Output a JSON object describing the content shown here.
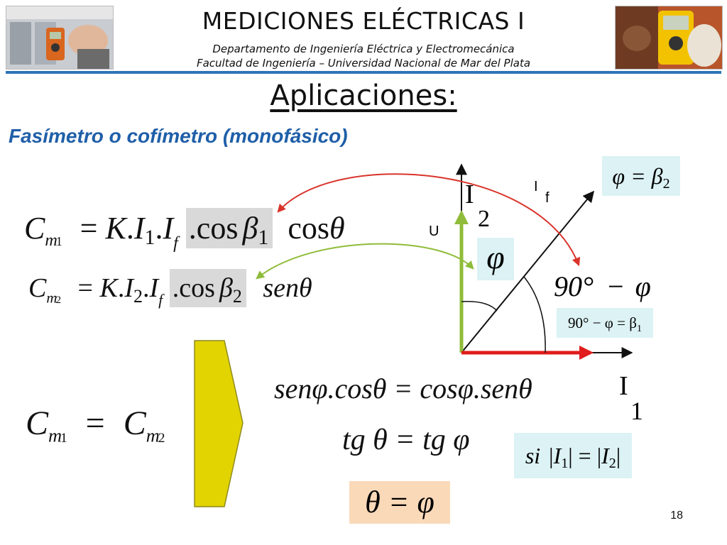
{
  "header": {
    "title": "MEDICIONES ELÉCTRICAS I",
    "subtitle_1": "Departamento de Ingeniería Eléctrica y Electromecánica",
    "subtitle_2": "Facultad de Ingeniería – Universidad Nacional de Mar del Plata",
    "accent_color": "#2e75b6"
  },
  "slide": {
    "title": "Aplicaciones:",
    "subtitle": "Fasímetro o cofímetro (monofásico)",
    "subtitle_color": "#1f5fa8",
    "page_number": "18"
  },
  "equations": {
    "cm1": {
      "C": "C",
      "m": "m",
      "m_idx": "1",
      "eq": "=",
      "k": "K",
      "dot1": ".",
      "i": "I",
      "i_idx": "1",
      "dot2": ".",
      "if_": "I",
      "f": "f",
      "cosb": ".cos",
      "beta": "β",
      "b_idx": "1",
      "tail": "cos",
      "theta": "θ"
    },
    "cm2": {
      "C": "C",
      "m": "m",
      "m_idx": "2",
      "eq": "=",
      "k": "K",
      "dot1": ".",
      "i": "I",
      "i_idx": "2",
      "dot2": ".",
      "if_": "I",
      "f": "f",
      "cosb": ".cos",
      "beta": "β",
      "b_idx": "2",
      "tail": "sen",
      "theta": "θ"
    },
    "balance": {
      "C": "C",
      "m": "m",
      "idx1": "1",
      "eq": "=",
      "idx2": "2"
    },
    "trig": "senφ.cosθ = cosφ.senθ",
    "tg": "tg θ = tg φ",
    "result": "θ = φ",
    "condition": {
      "si": "si",
      "a": "I",
      "a_idx": "1",
      "eq": "=",
      "b": "I",
      "b_idx": "2"
    }
  },
  "diagram": {
    "label_I2": "I",
    "label_I2_idx": "2",
    "label_If": "I",
    "label_If_idx": "f",
    "label_U": "U",
    "label_I1": "I",
    "label_I1_idx": "1",
    "phi": "φ",
    "angle": "90°",
    "minus": "−",
    "phi2": "φ",
    "box_phi_beta2": "φ = β",
    "box_phi_beta2_idx": "2",
    "box_beta1": "90° − φ = β",
    "box_beta1_idx": "1",
    "colors": {
      "green": "#8fbc3a",
      "red": "#e01c1c",
      "arc_red": "#d9342b",
      "arc_green": "#8fbc3a",
      "arrow_yellow": "#e2d400"
    }
  }
}
